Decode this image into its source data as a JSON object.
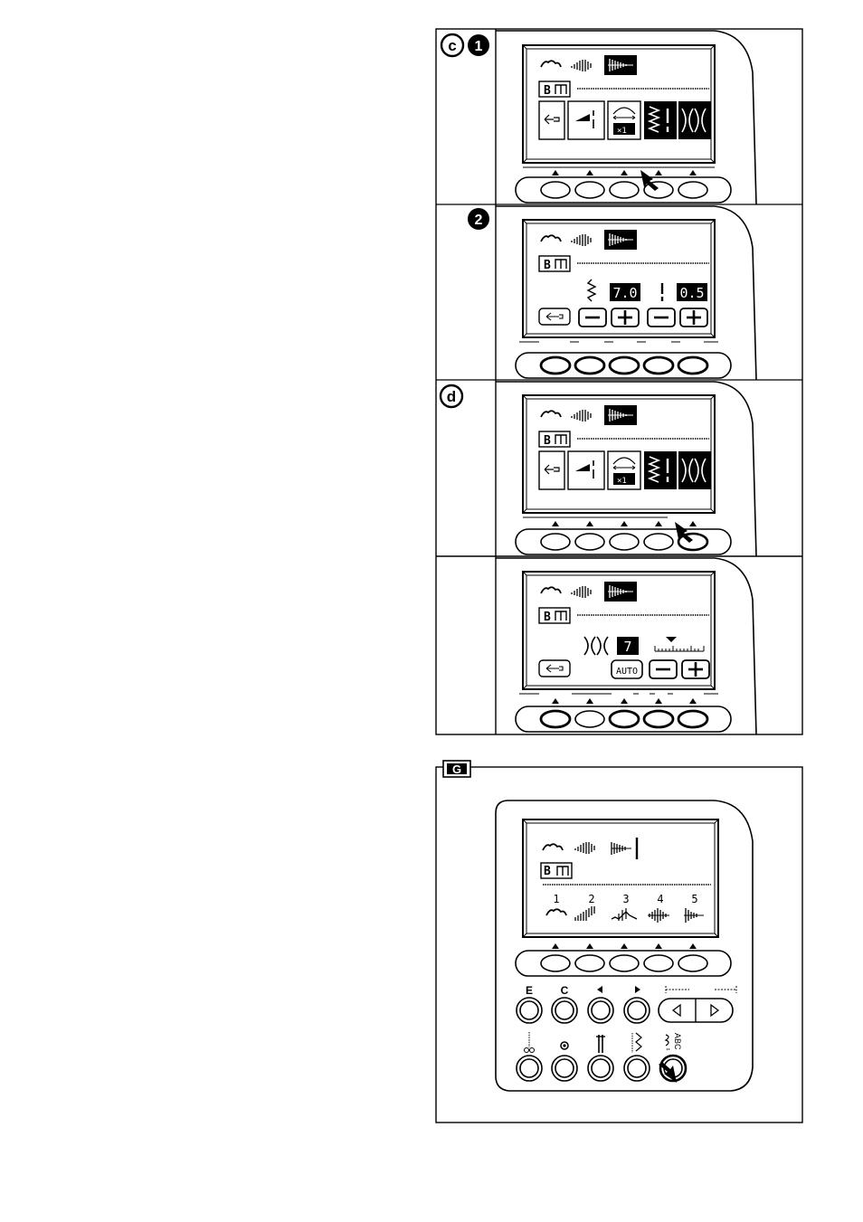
{
  "section_c": {
    "marker": "c",
    "step1": "1",
    "step2": "2",
    "step2_width_value": "7.0",
    "step2_length_value": "0.5",
    "pattern_counter": "×1",
    "bobbin_label": "B"
  },
  "section_d": {
    "marker": "d",
    "tension_value": "7",
    "auto_label": "AUTO",
    "pattern_counter": "×1",
    "bobbin_label": "B"
  },
  "section_g": {
    "marker": "G",
    "bobbin_label": "B",
    "patterns": [
      "1",
      "2",
      "3",
      "4",
      "5"
    ],
    "button_labels": {
      "e": "E",
      "c": "C",
      "abc": "ABC"
    }
  }
}
